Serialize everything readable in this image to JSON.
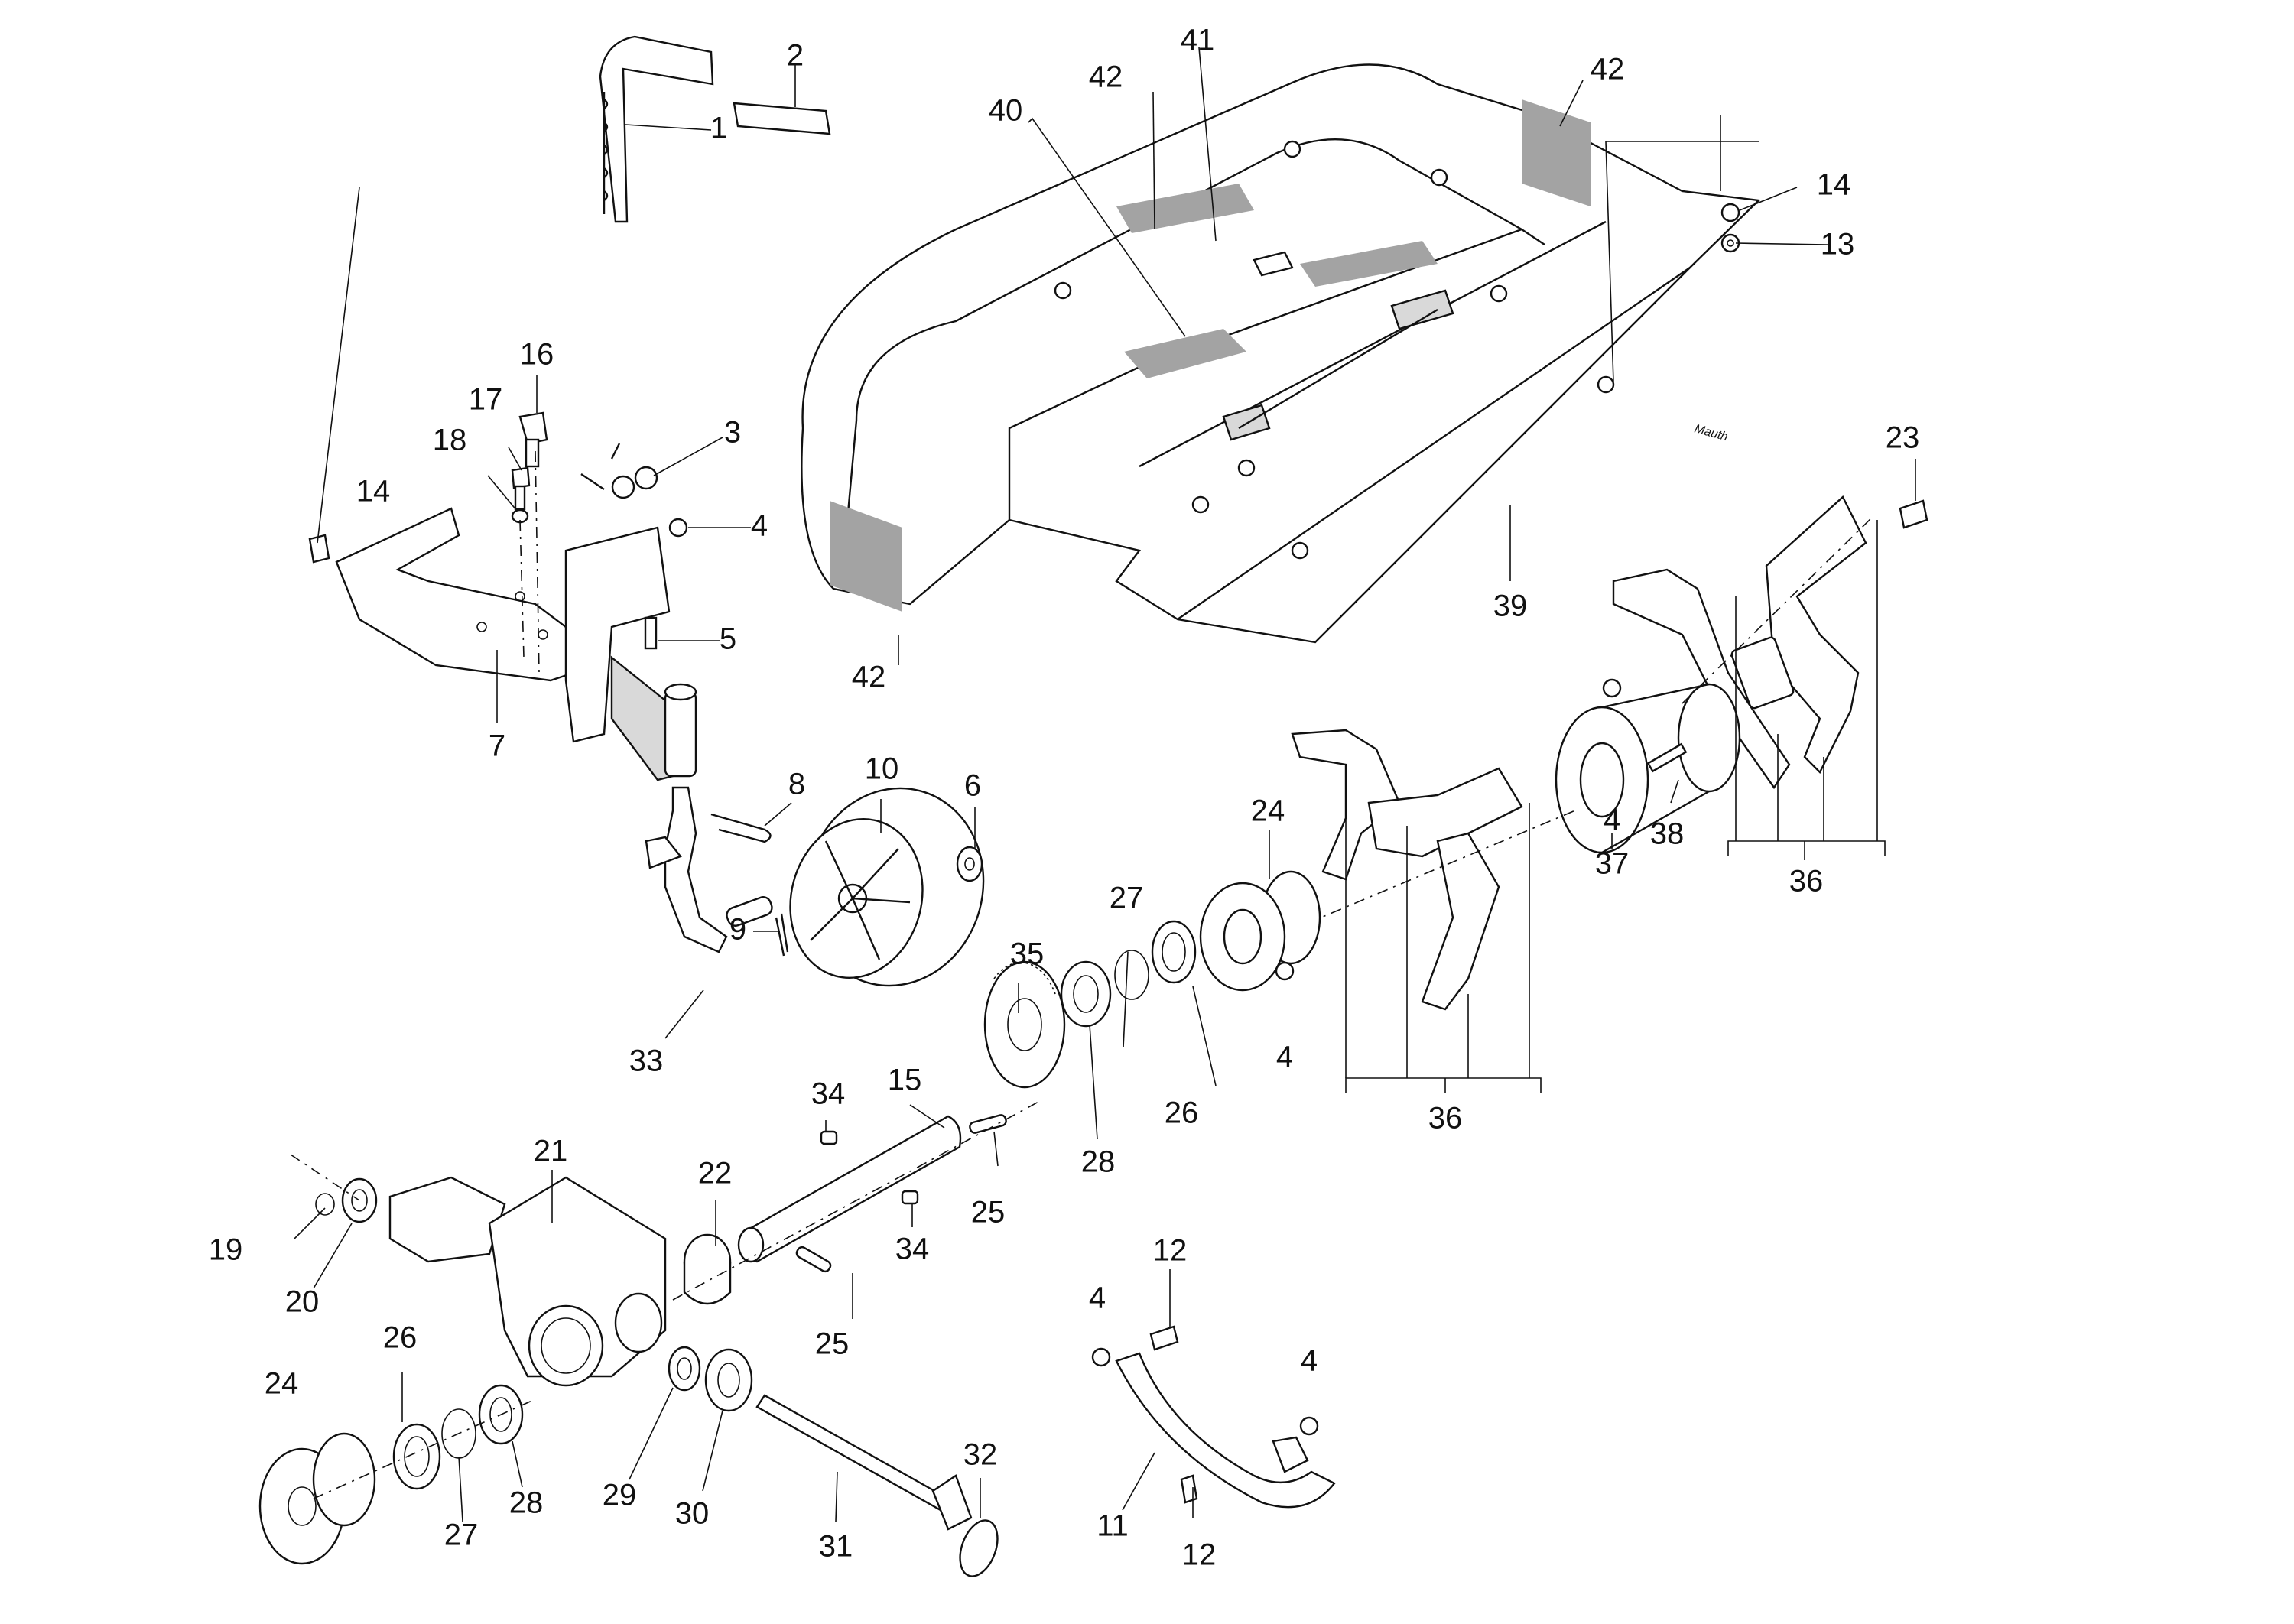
{
  "diagram": {
    "type": "exploded-parts-diagram",
    "subject": "Rotary tiller attachment assembly",
    "signature": "Mauth",
    "decal_color": "#a3a3a3",
    "line_color": "#111111",
    "callouts": [
      {
        "id": "c1",
        "label": "1"
      },
      {
        "id": "c2",
        "label": "2"
      },
      {
        "id": "c3",
        "label": "3"
      },
      {
        "id": "c4a",
        "label": "4"
      },
      {
        "id": "c4b",
        "label": "4"
      },
      {
        "id": "c4c",
        "label": "4"
      },
      {
        "id": "c4d",
        "label": "4"
      },
      {
        "id": "c4e",
        "label": "4"
      },
      {
        "id": "c5",
        "label": "5"
      },
      {
        "id": "c6",
        "label": "6"
      },
      {
        "id": "c7",
        "label": "7"
      },
      {
        "id": "c8",
        "label": "8"
      },
      {
        "id": "c9",
        "label": "9"
      },
      {
        "id": "c10",
        "label": "10"
      },
      {
        "id": "c11",
        "label": "11"
      },
      {
        "id": "c12a",
        "label": "12"
      },
      {
        "id": "c12b",
        "label": "12"
      },
      {
        "id": "c13",
        "label": "13"
      },
      {
        "id": "c14a",
        "label": "14"
      },
      {
        "id": "c14b",
        "label": "14"
      },
      {
        "id": "c15",
        "label": "15"
      },
      {
        "id": "c16",
        "label": "16"
      },
      {
        "id": "c17",
        "label": "17"
      },
      {
        "id": "c18",
        "label": "18"
      },
      {
        "id": "c19",
        "label": "19"
      },
      {
        "id": "c20",
        "label": "20"
      },
      {
        "id": "c21",
        "label": "21"
      },
      {
        "id": "c22",
        "label": "22"
      },
      {
        "id": "c23",
        "label": "23"
      },
      {
        "id": "c24a",
        "label": "24"
      },
      {
        "id": "c24b",
        "label": "24"
      },
      {
        "id": "c25a",
        "label": "25"
      },
      {
        "id": "c25b",
        "label": "25"
      },
      {
        "id": "c26a",
        "label": "26"
      },
      {
        "id": "c26b",
        "label": "26"
      },
      {
        "id": "c27a",
        "label": "27"
      },
      {
        "id": "c27b",
        "label": "27"
      },
      {
        "id": "c28a",
        "label": "28"
      },
      {
        "id": "c28b",
        "label": "28"
      },
      {
        "id": "c29",
        "label": "29"
      },
      {
        "id": "c30",
        "label": "30"
      },
      {
        "id": "c31",
        "label": "31"
      },
      {
        "id": "c32",
        "label": "32"
      },
      {
        "id": "c33",
        "label": "33"
      },
      {
        "id": "c34a",
        "label": "34"
      },
      {
        "id": "c34b",
        "label": "34"
      },
      {
        "id": "c35",
        "label": "35"
      },
      {
        "id": "c36a",
        "label": "36"
      },
      {
        "id": "c36b",
        "label": "36"
      },
      {
        "id": "c37",
        "label": "37"
      },
      {
        "id": "c38",
        "label": "38"
      },
      {
        "id": "c39",
        "label": "39"
      },
      {
        "id": "c40",
        "label": "40"
      },
      {
        "id": "c41",
        "label": "41"
      },
      {
        "id": "c42a",
        "label": "42"
      },
      {
        "id": "c42b",
        "label": "42"
      },
      {
        "id": "c42c",
        "label": "42"
      }
    ]
  }
}
